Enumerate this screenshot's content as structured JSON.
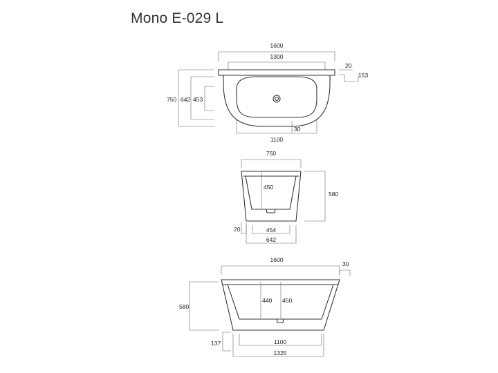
{
  "title": "Mono E-029 L",
  "top_view": {
    "overall_length": "1600",
    "inner_length": "1300",
    "bottom_length": "1100",
    "rim_offset": "20",
    "rim_depth": "153",
    "overall_width": "750",
    "inner_width": "642",
    "bottom_width": "453",
    "rim_width": "30"
  },
  "side_view": {
    "overall_width": "750",
    "inner_depth": "450",
    "overall_height": "580",
    "wall_offset": "20",
    "base_width": "454",
    "footprint_width": "642"
  },
  "front_view": {
    "overall_length": "1600",
    "rim_thickness": "30",
    "overall_height": "580",
    "depth_left": "440",
    "depth_right": "450",
    "plinth_height": "137",
    "base_length": "1100",
    "footprint_length": "1325"
  },
  "colors": {
    "line": "#333333",
    "dimension_line": "#666666",
    "text": "#222222"
  }
}
